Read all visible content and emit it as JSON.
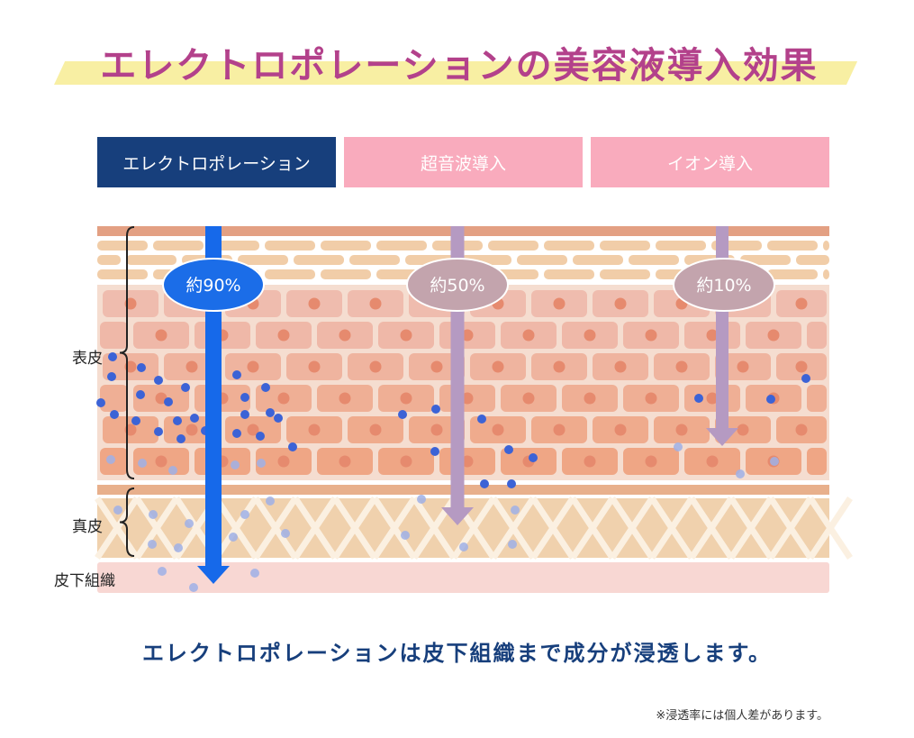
{
  "title": "エレクトロポレーションの美容液導入効果",
  "tabs": [
    {
      "label": "エレクトロポレーション",
      "active": true
    },
    {
      "label": "超音波導入",
      "active": false
    },
    {
      "label": "イオン導入",
      "active": false
    }
  ],
  "layers": {
    "epidermis": "表皮",
    "dermis": "真皮",
    "subcutaneous": "皮下組織"
  },
  "methods": [
    {
      "name": "エレクトロポレーション",
      "penetration_label": "約90%",
      "penetration": 90,
      "reaches": "皮下組織"
    },
    {
      "name": "超音波導入",
      "penetration_label": "約50%",
      "penetration": 50,
      "reaches": "真皮"
    },
    {
      "name": "イオン導入",
      "penetration_label": "約10%",
      "penetration": 10,
      "reaches": "表皮"
    }
  ],
  "caption": "エレクトロポレーションは皮下組織まで成分が浸透します。",
  "note": "※浸透率には個人差があります。",
  "colors": {
    "title": "#b3418b",
    "active_tab": "#173f7c",
    "inactive_tab": "#f9abbd",
    "electroporation_arrow": "#1669ea",
    "other_arrow": "#b59ac2",
    "particle": "#3c63d6"
  }
}
